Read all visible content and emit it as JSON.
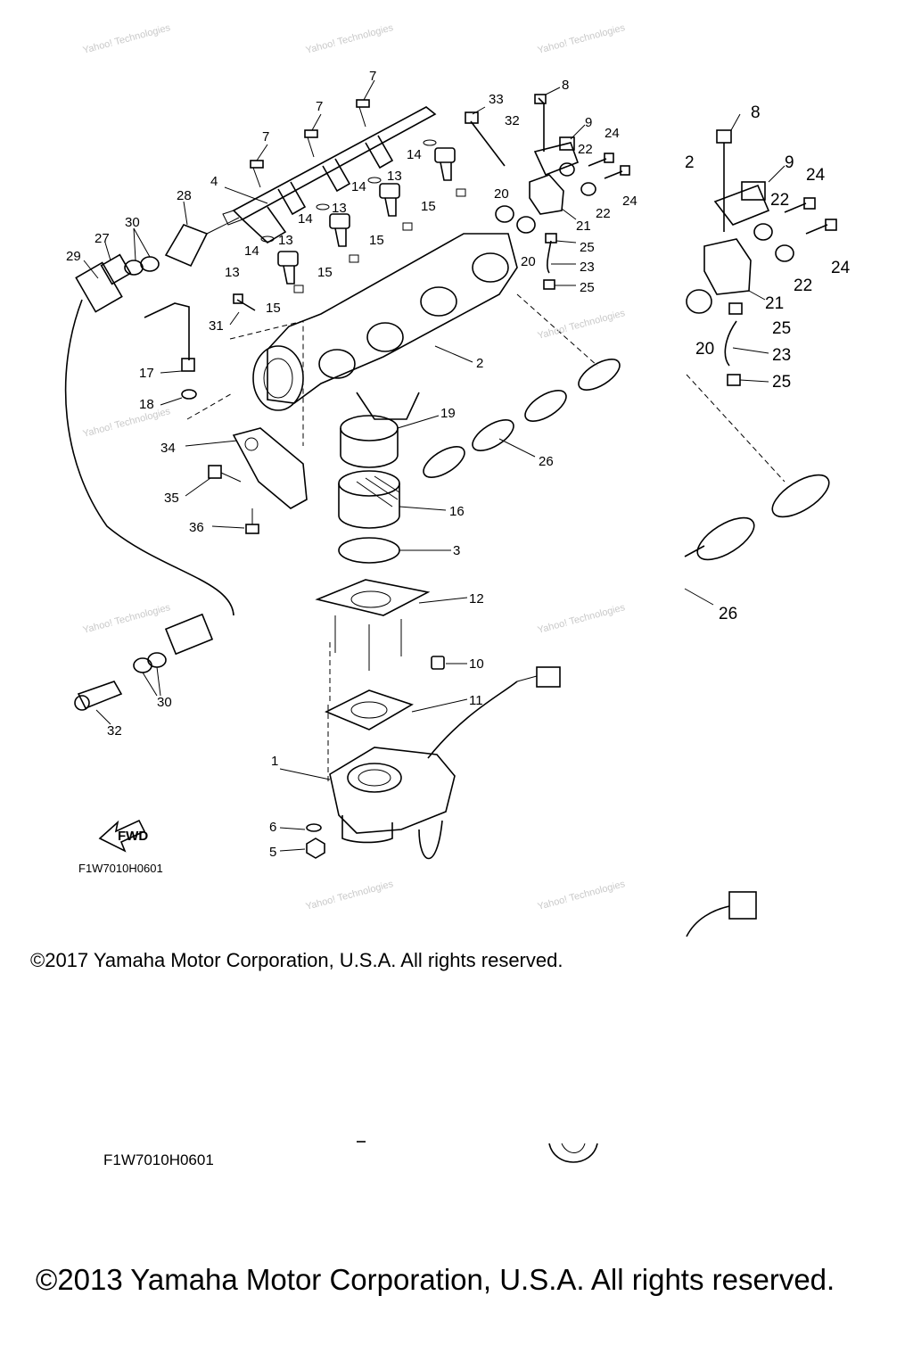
{
  "watermark": "Yahoo! Technologies",
  "diagram_code": "F1W7010H0601",
  "copyright_2017": "©2017 Yamaha Motor Corporation, U.S.A. All rights reserved.",
  "copyright_2013": "©2013 Yamaha Motor Corporation, U.S.A. All rights reserved.",
  "fwd_label": "FWD",
  "callouts_main": [
    "1",
    "2",
    "3",
    "4",
    "5",
    "6",
    "7",
    "8",
    "9",
    "10",
    "11",
    "12",
    "13",
    "14",
    "15",
    "16",
    "17",
    "18",
    "19",
    "20",
    "21",
    "22",
    "23",
    "24",
    "25",
    "26",
    "27",
    "28",
    "29",
    "30",
    "31",
    "32",
    "33",
    "34",
    "35",
    "36"
  ],
  "callouts": {
    "c1": "1",
    "c2": "2",
    "c3": "3",
    "c4": "4",
    "c5": "5",
    "c6": "6",
    "c7": "7",
    "c8": "8",
    "c9": "9",
    "c10": "10",
    "c11": "11",
    "c12": "12",
    "c13": "13",
    "c14": "14",
    "c15": "15",
    "c16": "16",
    "c17": "17",
    "c18": "18",
    "c19": "19",
    "c20": "20",
    "c21": "21",
    "c22": "22",
    "c23": "23",
    "c24": "24",
    "c25": "25",
    "c26": "26",
    "c27": "27",
    "c28": "28",
    "c29": "29",
    "c30": "30",
    "c31": "31",
    "c32": "32",
    "c33": "33",
    "c34": "34",
    "c35": "35",
    "c36": "36",
    "c_partial": "2"
  }
}
